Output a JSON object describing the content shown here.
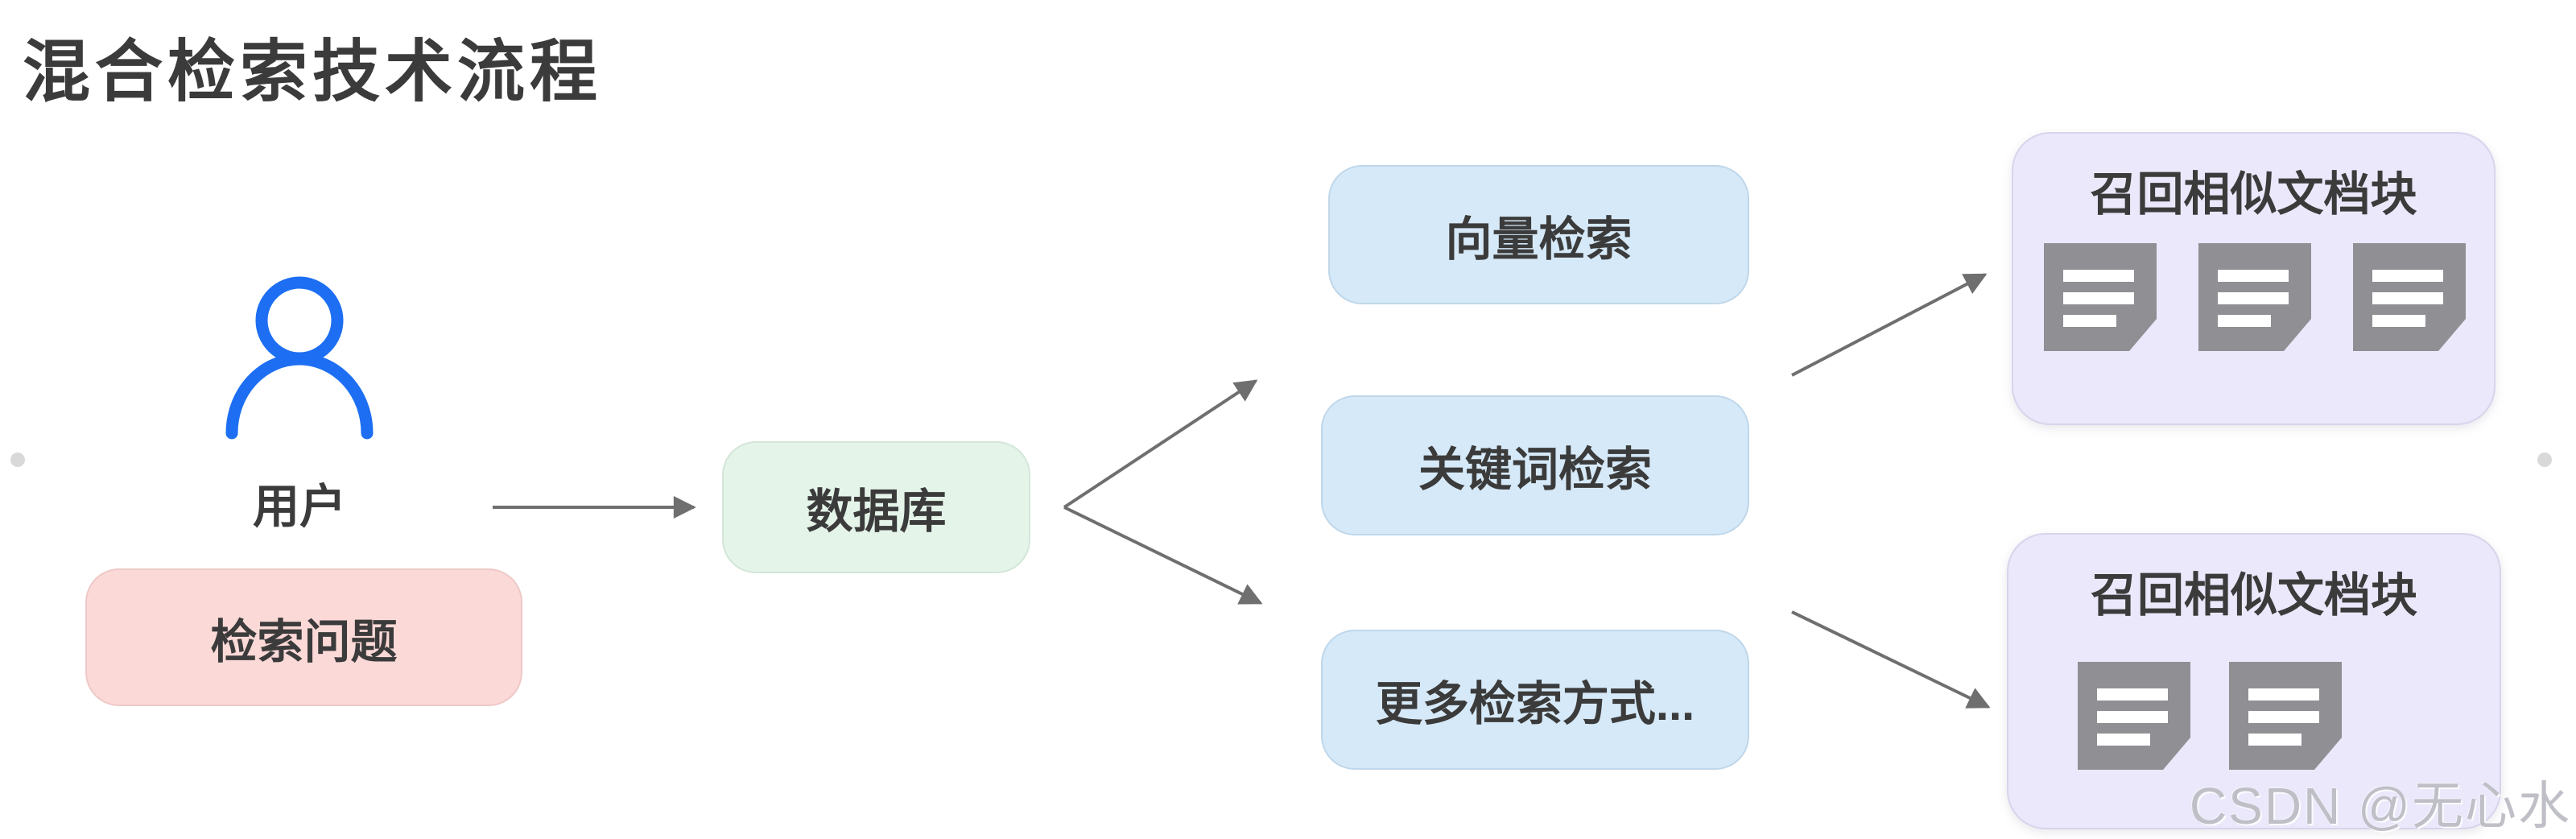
{
  "title": "混合检索技术流程",
  "watermark": "CSDN @无心水",
  "nodes": {
    "user": {
      "label": "用户"
    },
    "query": {
      "label": "检索问题"
    },
    "database": {
      "label": "数据库"
    },
    "vector": {
      "label": "向量检索"
    },
    "keyword": {
      "label": "关键词检索"
    },
    "more": {
      "label": "更多检索方式..."
    },
    "recall_top": {
      "label": "召回相似文档块",
      "doc_count": 3
    },
    "recall_bottom": {
      "label": "召回相似文档块",
      "doc_count": 2
    }
  },
  "colors": {
    "text": "#3b3b3b",
    "arrow": "#6f6f6f",
    "pink-bg": "#fbd9d7",
    "pink-border": "#eec9c7",
    "green-bg": "#e4f4e9",
    "green-border": "#d3e6d8",
    "blue-bg": "#d6e9f8",
    "blue-border": "#bfd7ea",
    "purple-bg": "#eae8fa",
    "purple-border": "#d7d4ec",
    "icon-blue": "#1d6ef2",
    "doc-gray": "#8f8f94",
    "watermark": "#bfbfc7",
    "dot": "#d9d9d9"
  }
}
